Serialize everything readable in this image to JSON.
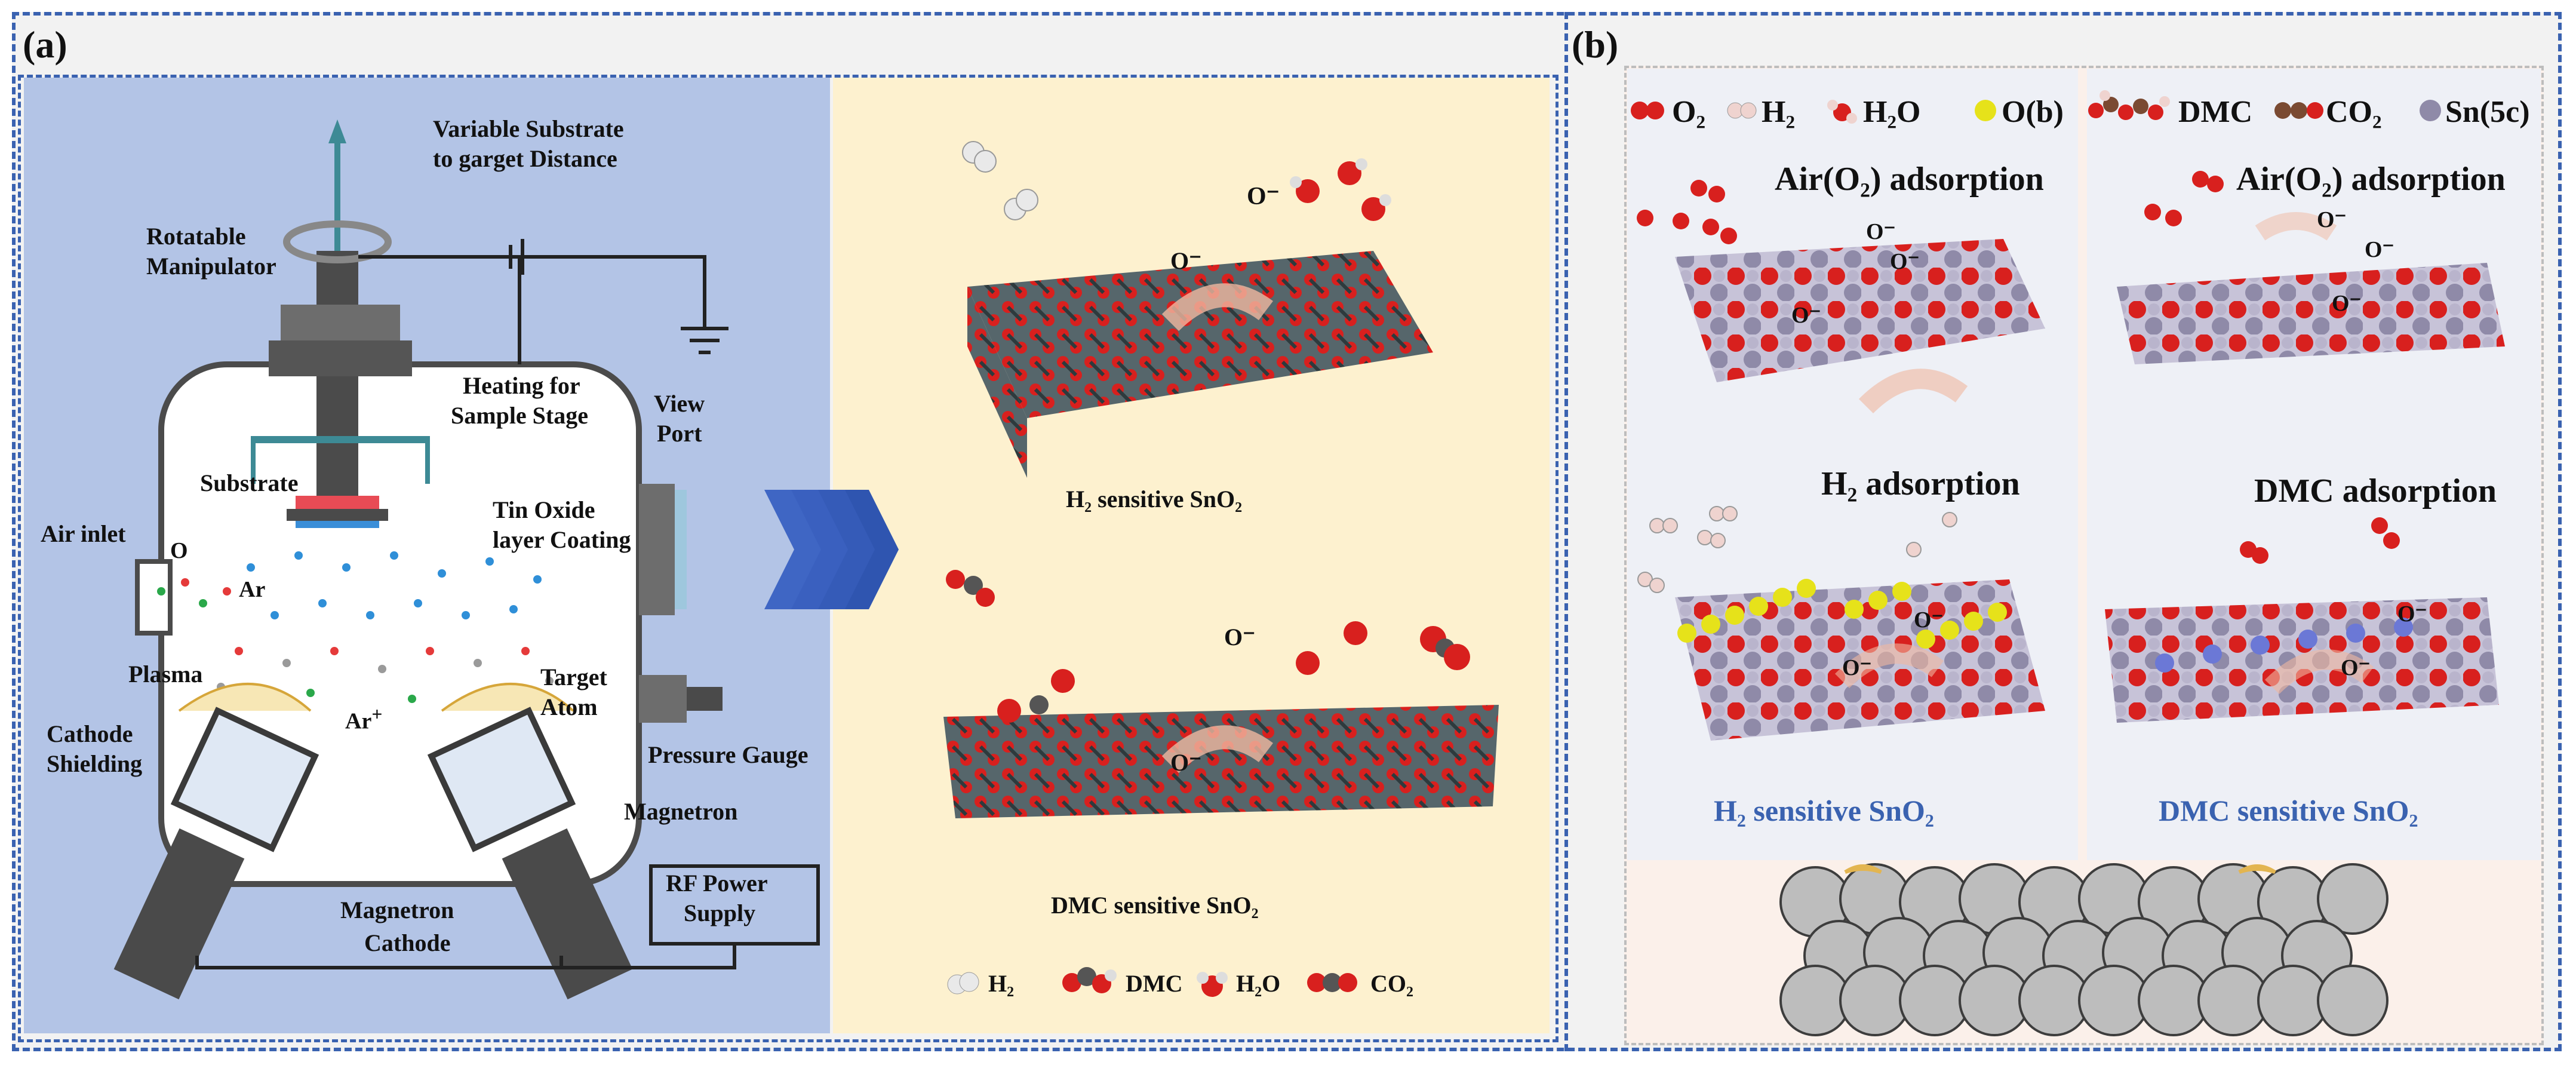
{
  "panels": {
    "a": {
      "label": "(a)",
      "labels": {
        "variable_distance": "Variable Substrate",
        "variable_distance_2": "to garget Distance",
        "rotatable": "Rotatable",
        "rotatable_2": "Manipulator",
        "heating": "Heating for",
        "heating_2": "Sample Stage",
        "view_port": "View",
        "view_port_2": "Port",
        "substrate": "Substrate",
        "tin_oxide": "Tin Oxide",
        "tin_oxide_2": "layer Coating",
        "air_inlet": "Air inlet",
        "o": "O",
        "ar": "Ar",
        "plasma": "Plasma",
        "ar_plus": "Ar",
        "target": "Target",
        "target_2": "Atom",
        "cathode_shielding": "Cathode",
        "cathode_shielding_2": "Shielding",
        "pressure_gauge": "Pressure Gauge",
        "magnetron": "Magnetron",
        "magnetron_cathode": "Magnetron",
        "magnetron_cathode_2": "Cathode",
        "rf_power": "RF Power",
        "rf_power_2": "Supply"
      },
      "structures": {
        "top_caption": "H₂ sensitive SnO₂",
        "bottom_caption": "DMC sensitive SnO₂",
        "o_minus": "O⁻"
      },
      "legend": [
        "H₂",
        "DMC",
        "H₂O",
        "CO₂"
      ]
    },
    "b": {
      "label": "(b)",
      "legend_left": [
        "O₂",
        "H₂",
        "H₂O",
        "O(b)"
      ],
      "legend_right": [
        "DMC",
        "CO₂",
        "Sn(5c)"
      ],
      "air_adsorption": "Air(O₂) adsorption",
      "h2_adsorption": "H₂ adsorption",
      "dmc_adsorption": "DMC adsorption",
      "h2_caption": "H₂ sensitive SnO₂",
      "dmc_caption": "DMC sensitive SnO₂",
      "o_minus": "O⁻"
    }
  },
  "colors": {
    "frame": "#3a62b0",
    "oxygen": "#d8201e",
    "tin": "#8f8aa8",
    "carbon": "#7a4a32",
    "hydrogen": "#efd3cf",
    "bridging_o": "#e6e21a",
    "sn_framework": "#4e5d61"
  }
}
